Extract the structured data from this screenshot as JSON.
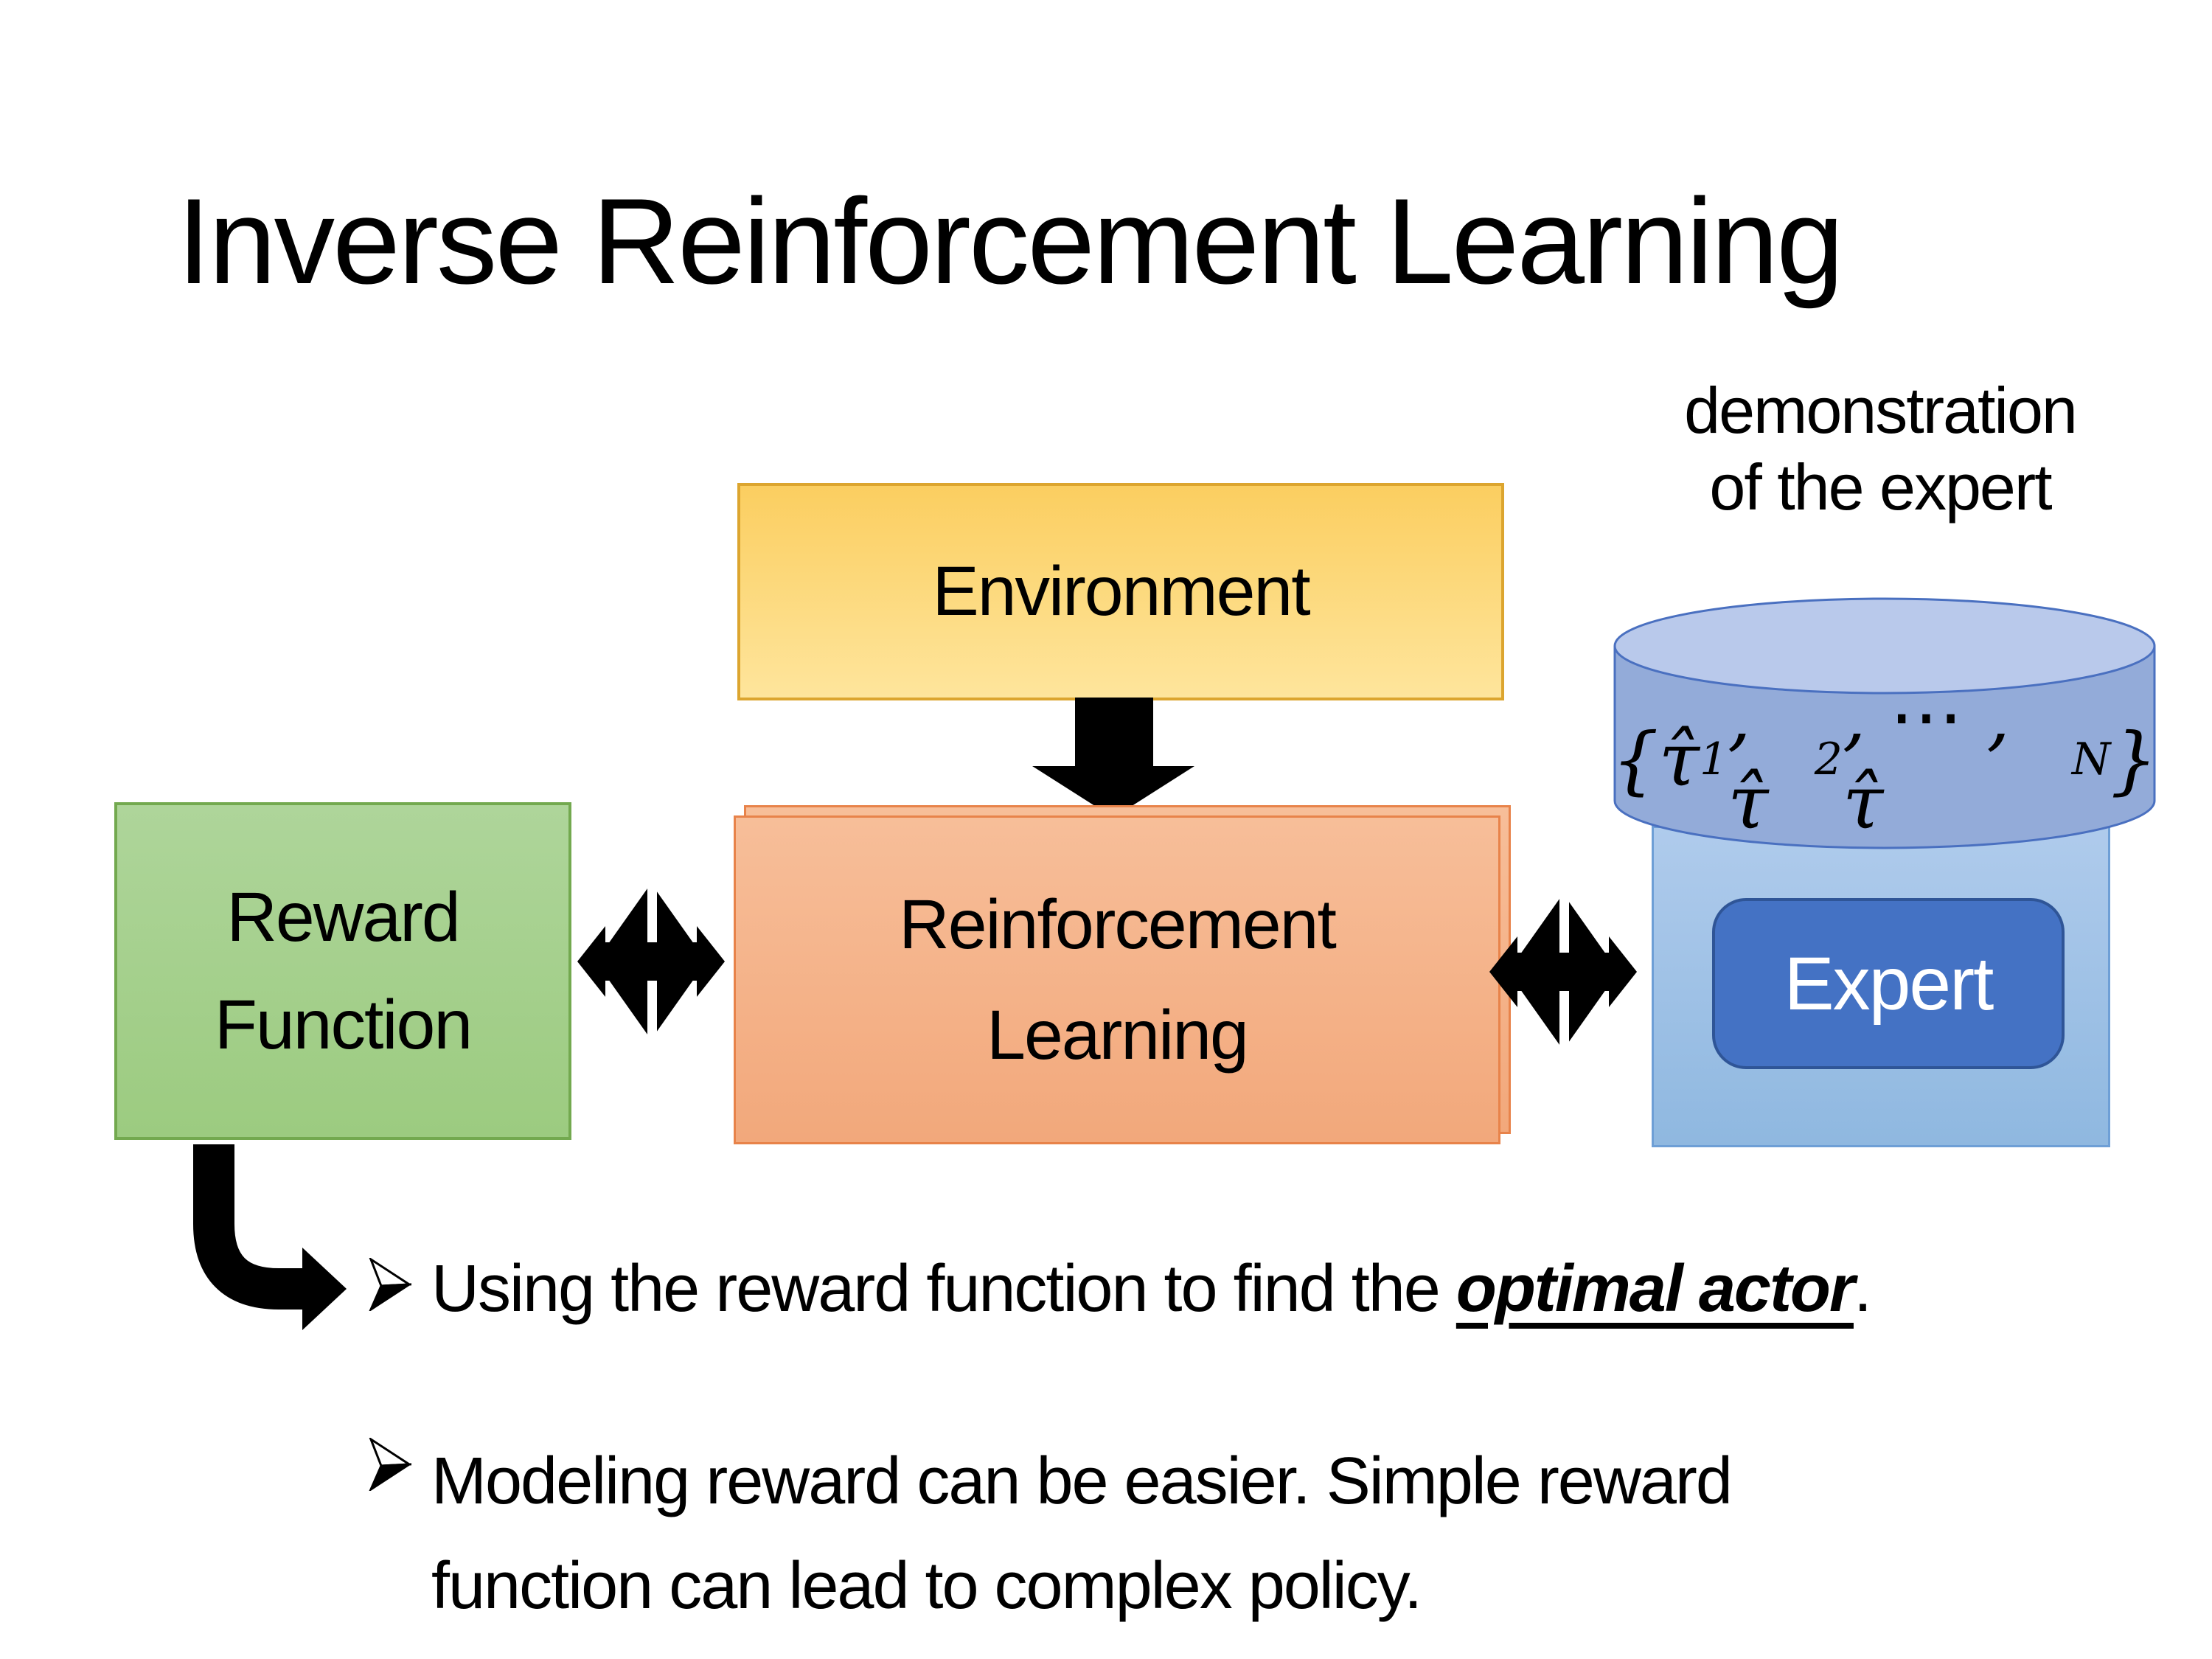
{
  "slide": {
    "title": "Inverse Reinforcement Learning"
  },
  "diagram": {
    "demo_label": {
      "lines": [
        "demonstration",
        "of the expert"
      ]
    },
    "environment_box": {
      "label": "Environment"
    },
    "reward_box": {
      "lines": [
        "Reward",
        "Function"
      ]
    },
    "rl_box": {
      "lines": [
        "Reinforcement",
        "Learning"
      ]
    },
    "expert_box": {
      "label": "Expert"
    },
    "cylinder_formula": {
      "open": "{τ̂",
      "sub1": "1",
      "mid1": ", τ̂",
      "sub2": "2",
      "mid2": ", ⋯ , τ̂",
      "subN": "N",
      "close": "}"
    }
  },
  "bullets": {
    "items": [
      {
        "prefix": "Using the reward function to find the ",
        "emphasis": "optimal actor",
        "suffix": "."
      },
      {
        "text": "Modeling reward can be easier. Simple reward function can lead to complex policy."
      }
    ]
  },
  "colors": {
    "text_color": "#000000",
    "arrow_color": "#000000",
    "environment_fill_top": "#FBCE60",
    "environment_fill_bottom": "#FEE59C",
    "environment_border": "#DCA52F",
    "reward_fill_top": "#AED59A",
    "reward_fill_bottom": "#9CCB80",
    "reward_border": "#73A94F",
    "rl_fill_top": "#F7BE99",
    "rl_fill_bottom": "#F2A87B",
    "rl_border": "#E8834A",
    "panel_fill_top": "#AFCBEC",
    "panel_fill_bottom": "#8FB8E0",
    "panel_border": "#6E9FD6",
    "cylinder_fill": "#93ABD9",
    "cylinder_top_fill": "#B9C9EB",
    "cylinder_border": "#4A70C0",
    "expert_fill": "#4472C4",
    "expert_border": "#2F5597",
    "expert_text": "#FFFFFF"
  }
}
